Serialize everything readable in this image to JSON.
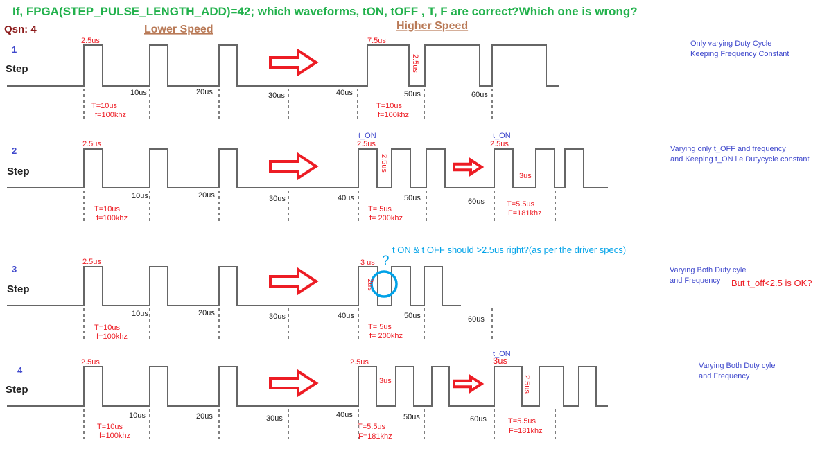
{
  "title": "If, FPGA(STEP_PULSE_LENGTH_ADD)=42; which waveforms, tON, tOFF , T, F are correct?Which one is wrong?",
  "qsn": "Qsn: 4",
  "lower_speed": "Lower Speed",
  "higher_speed": "Higher Speed",
  "step_label": "Step",
  "ticks": [
    "10us",
    "20us",
    "30us",
    "40us",
    "50us",
    "60us"
  ],
  "low": {
    "ton": "2.5us",
    "T": "T=10us",
    "f": "f=100khz"
  },
  "rows": [
    {
      "num": "1",
      "ton_hi": "7.5us",
      "toff_hi": "2.5us",
      "T_hi": "T=10us",
      "f_hi": "f=100khz",
      "note": [
        "Only varying Duty Cycle",
        "Keeping Frequency Constant"
      ]
    },
    {
      "num": "2",
      "ton_label": "t_ON",
      "ton_hi": "2.5us",
      "toff_hi": "2.5us",
      "T_hi": "T= 5us",
      "f_hi": "f= 200khz",
      "ton_label2": "t_ON",
      "ton_hi2": "2.5us",
      "toff_hi2": "3us",
      "T_hi2": "T=5.5us",
      "f_hi2": "F=181khz",
      "note": [
        "Varying only t_OFF and frequency",
        "and Keeping t_ON  i.e Dutycycle constant"
      ]
    },
    {
      "num": "3",
      "ton_hi": "3 us",
      "toff_hi": "2us",
      "T_hi": "T= 5us",
      "f_hi": "f= 200khz",
      "question": "?",
      "comment": "t  ON & t  OFF should >2.5us right?(as per the driver specs)",
      "note": [
        "Varying Both Duty cyle",
        "and Frequency"
      ],
      "note_red": "But t_off<2.5 is OK?"
    },
    {
      "num": "4",
      "ton_hi": "2.5us",
      "toff_hi": "3us",
      "T_hi": "T=5.5us",
      "f_hi": "F=181khz",
      "ton_label2": "t_ON",
      "ton_hi2": "3us",
      "toff_hi2": "2.5us",
      "T_hi2": "T=5.5us",
      "f_hi2": "F=181khz",
      "note": [
        "Varying Both Duty cyle",
        "and Frequency"
      ]
    }
  ],
  "colors": {
    "title": "#22b14c",
    "red": "#ed1c24",
    "blue": "#3f48cc",
    "cyan": "#00a2e8"
  }
}
